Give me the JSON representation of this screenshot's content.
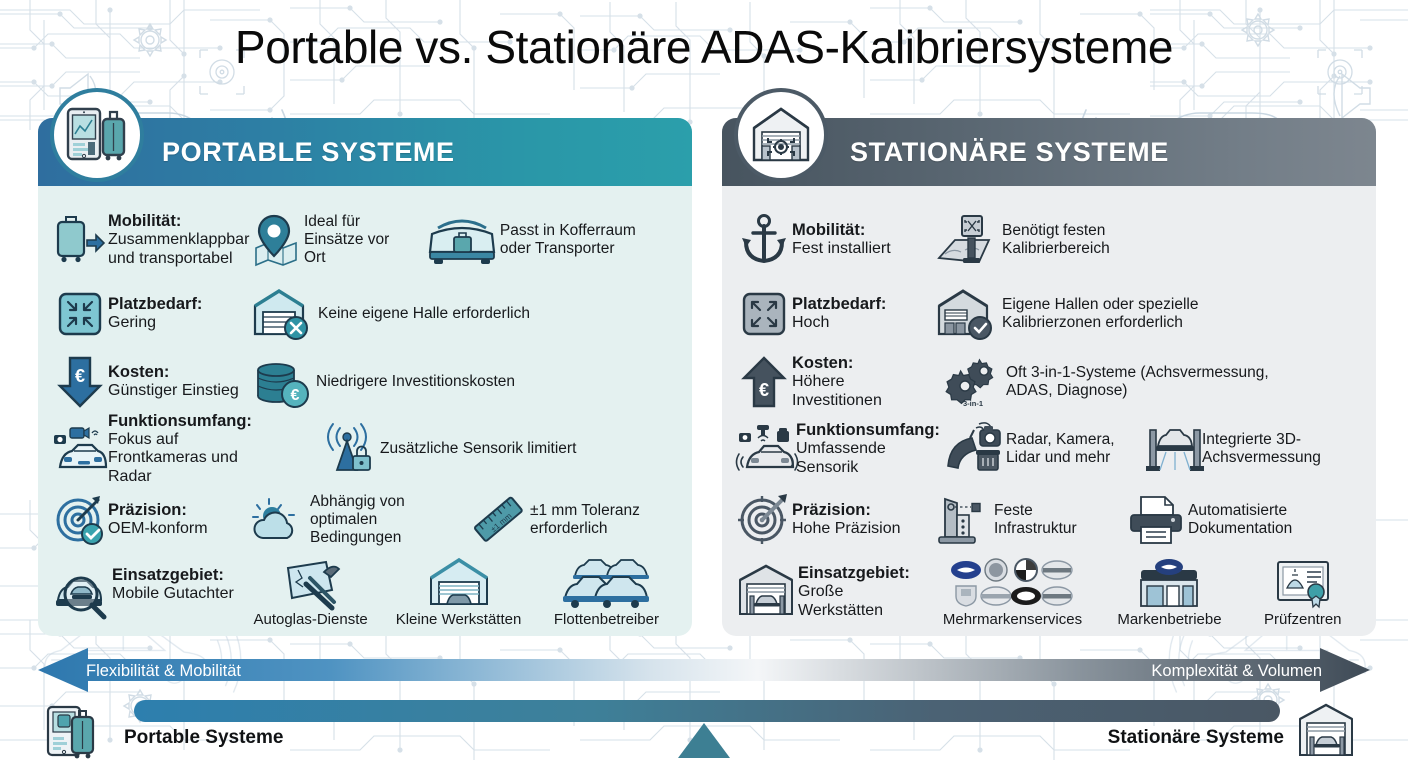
{
  "title": "Portable vs. Stationäre ADAS-Kalibriersysteme",
  "colors": {
    "portable_header_start": "#2f6e9f",
    "portable_header_end": "#2b9fab",
    "stationary_header_start": "#47545f",
    "stationary_header_end": "#7d868f",
    "portable_panel_bg": "#e4f1f0",
    "stationary_panel_bg": "#eceef0",
    "portable_accent": "#2f7e9e",
    "stationary_accent": "#4c5a66"
  },
  "portable": {
    "header": "PORTABLE SYSTEME",
    "badge_icon": "tablet-suitcase-icon",
    "rows": [
      {
        "label": "Mobilität:",
        "value": "Zusammenklappbar und transportabel",
        "lead_icon": "suitcase-arrow-icon",
        "extras": [
          {
            "icon": "map-pin-icon",
            "text": "Ideal für Einsätze vor Ort"
          },
          {
            "icon": "car-trunk-suitcase-icon",
            "text": "Passt in Kofferraum oder Transporter"
          }
        ]
      },
      {
        "label": "Platzbedarf:",
        "value": "Gering",
        "lead_icon": "shrink-arrows-icon",
        "extras": [
          {
            "icon": "garage-cross-icon",
            "text": "Keine eigene Halle erforderlich"
          }
        ]
      },
      {
        "label": "Kosten:",
        "value": "Günstiger Einstieg",
        "lead_icon": "euro-arrow-down-icon",
        "extras": [
          {
            "icon": "coins-euro-icon",
            "text": "Niedrigere Investitionskosten"
          }
        ]
      },
      {
        "label": "Funktionsumfang:",
        "value": "Fokus auf Frontkameras und Radar",
        "lead_icon": "car-camera-radar-icon",
        "extras": [
          {
            "icon": "antenna-lock-icon",
            "text": "Zusätzliche Sensorik limitiert"
          }
        ]
      },
      {
        "label": "Präzision:",
        "value": "OEM-konform",
        "lead_icon": "target-check-icon",
        "extras": [
          {
            "icon": "sun-cloud-icon",
            "text": "Abhängig von optimalen Bedingungen"
          },
          {
            "icon": "ruler-mm-icon",
            "text": "±1 mm Toleranz erforderlich"
          }
        ]
      },
      {
        "label": "Einsatzgebiet:",
        "value": "Mobile Gutachter",
        "lead_icon": "car-magnifier-icon",
        "chips": [
          {
            "icon": "windshield-tools-icon",
            "label": "Autoglas-Dienste"
          },
          {
            "icon": "small-garage-icon",
            "label": "Kleine Werkstätten"
          },
          {
            "icon": "car-fleet-icon",
            "label": "Flottenbetreiber"
          }
        ]
      }
    ]
  },
  "stationary": {
    "header": "STATIONÄRE SYSTEME",
    "badge_icon": "garage-target-icon",
    "rows": [
      {
        "label": "Mobilität:",
        "value": "Fest installiert",
        "lead_icon": "anchor-icon",
        "extras": [
          {
            "icon": "calibration-board-icon",
            "text": "Benötigt festen Kalibrierbereich"
          }
        ]
      },
      {
        "label": "Platzbedarf:",
        "value": "Hoch",
        "lead_icon": "expand-arrows-icon",
        "extras": [
          {
            "icon": "warehouse-check-icon",
            "text": "Eigene Hallen oder spezielle Kalibrierzonen erforderlich"
          }
        ]
      },
      {
        "label": "Kosten:",
        "value": "Höhere Investitionen",
        "lead_icon": "euro-arrow-up-icon",
        "extras": [
          {
            "icon": "gears-3in1-icon",
            "text": "Oft 3-in-1-Systeme (Achsvermessung, ADAS, Diagnose)"
          }
        ]
      },
      {
        "label": "Funktionsumfang:",
        "value": "Umfassende Sensorik",
        "lead_icon": "car-sensors-icon",
        "extras": [
          {
            "icon": "radar-camera-lidar-icon",
            "text": "Radar, Kamera, Lidar und mehr"
          },
          {
            "icon": "lift-3d-icon",
            "text": "Integrierte 3D-Achsvermessung"
          }
        ]
      },
      {
        "label": "Präzision:",
        "value": "Hohe Präzision",
        "lead_icon": "target-dart-icon",
        "extras": [
          {
            "icon": "fixed-infrastructure-icon",
            "text": "Feste Infrastruktur"
          },
          {
            "icon": "printer-icon",
            "text": "Automatisierte Dokumentation"
          }
        ]
      },
      {
        "label": "Einsatzgebiet:",
        "value": "Große Werkstätten",
        "lead_icon": "big-garage-lift-icon",
        "chips": [
          {
            "icon": "car-brand-logos-icon",
            "label": "Mehrmarkenservices"
          },
          {
            "icon": "dealership-icon",
            "label": "Markenbetriebe"
          },
          {
            "icon": "certificate-icon",
            "label": "Prüfzentren"
          }
        ]
      }
    ]
  },
  "spectrum": {
    "left_label": "Flexibilität & Mobilität",
    "right_label": "Komplexität & Volumen",
    "left_name": "Portable Systeme",
    "right_name": "Stationäre Systeme",
    "left_icon": "tablet-suitcase-icon",
    "right_icon": "garage-lift-icon",
    "fulcrum_icon": "triangle-fulcrum-icon"
  }
}
